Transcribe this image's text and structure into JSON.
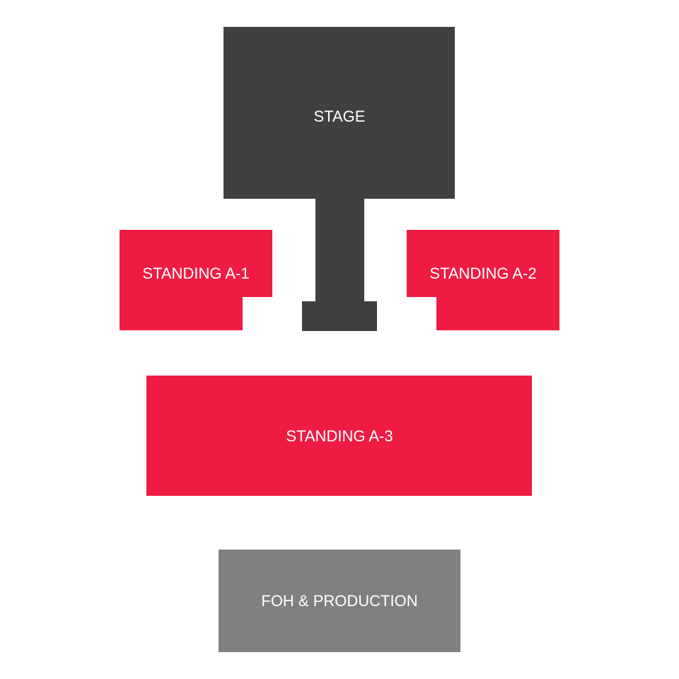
{
  "colors": {
    "stage": "#404040",
    "standing": "#ee1c43",
    "foh": "#808080",
    "label": "#ffffff"
  },
  "sections": {
    "stage": {
      "label": "STAGE"
    },
    "a1": {
      "label": "STANDING A-1"
    },
    "a2": {
      "label": "STANDING A-2"
    },
    "a3": {
      "label": "STANDING A-3"
    },
    "foh": {
      "label": "FOH & PRODUCTION"
    }
  }
}
